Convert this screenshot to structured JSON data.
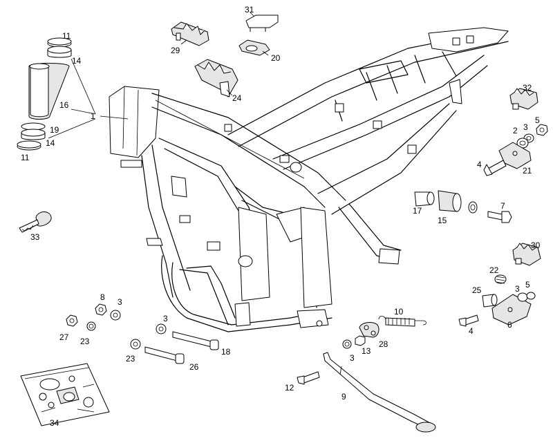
{
  "callouts": [
    {
      "id": "c1",
      "text": "1"
    },
    {
      "id": "c11a",
      "text": "11"
    },
    {
      "id": "c14a",
      "text": "14"
    },
    {
      "id": "c16",
      "text": "16"
    },
    {
      "id": "c19",
      "text": "19"
    },
    {
      "id": "c14b",
      "text": "14"
    },
    {
      "id": "c11b",
      "text": "11"
    },
    {
      "id": "c29",
      "text": "29"
    },
    {
      "id": "c31",
      "text": "31"
    },
    {
      "id": "c20",
      "text": "20"
    },
    {
      "id": "c24",
      "text": "24"
    },
    {
      "id": "c32",
      "text": "32"
    },
    {
      "id": "c5a",
      "text": "5"
    },
    {
      "id": "c2",
      "text": "2"
    },
    {
      "id": "c3a",
      "text": "3"
    },
    {
      "id": "c4a",
      "text": "4"
    },
    {
      "id": "c21",
      "text": "21"
    },
    {
      "id": "c17",
      "text": "17"
    },
    {
      "id": "c15",
      "text": "15"
    },
    {
      "id": "c7",
      "text": "7"
    },
    {
      "id": "c33",
      "text": "33"
    },
    {
      "id": "c30",
      "text": "30"
    },
    {
      "id": "c22",
      "text": "22"
    },
    {
      "id": "c25",
      "text": "25"
    },
    {
      "id": "c3b",
      "text": "3"
    },
    {
      "id": "c5b",
      "text": "5"
    },
    {
      "id": "c4b",
      "text": "4"
    },
    {
      "id": "c6",
      "text": "6"
    },
    {
      "id": "c8",
      "text": "8"
    },
    {
      "id": "c3c",
      "text": "3"
    },
    {
      "id": "c27",
      "text": "27"
    },
    {
      "id": "c23a",
      "text": "23"
    },
    {
      "id": "c3d",
      "text": "3"
    },
    {
      "id": "c18",
      "text": "18"
    },
    {
      "id": "c23b",
      "text": "23"
    },
    {
      "id": "c26",
      "text": "26"
    },
    {
      "id": "c10",
      "text": "10"
    },
    {
      "id": "c28",
      "text": "28"
    },
    {
      "id": "c3e",
      "text": "3"
    },
    {
      "id": "c13",
      "text": "13"
    },
    {
      "id": "c12",
      "text": "12"
    },
    {
      "id": "c9",
      "text": "9"
    },
    {
      "id": "c34",
      "text": "34"
    }
  ]
}
